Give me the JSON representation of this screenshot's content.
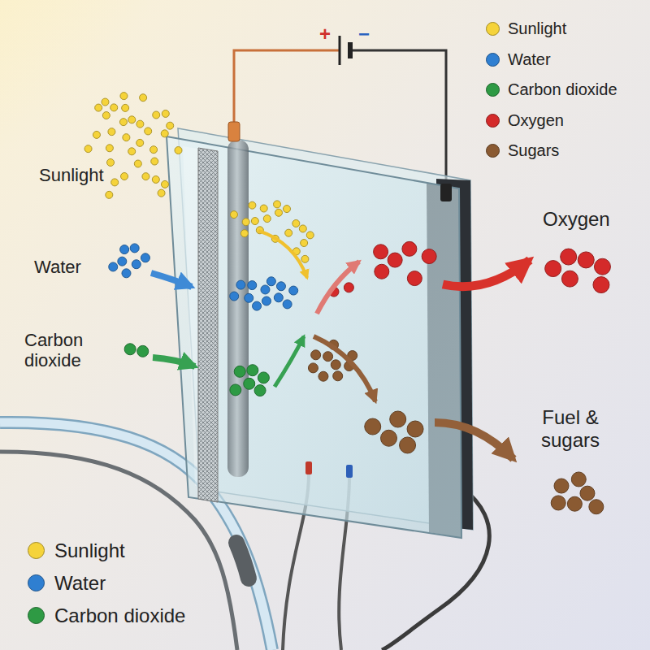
{
  "diagram": {
    "labels": [
      "Sunlight",
      "Water",
      "Carbon dioxide",
      "Oxygen",
      "Fuel & sugars",
      "+",
      "−"
    ],
    "legend": [
      {
        "text": "Sunlight",
        "color": "#f5d33a"
      },
      {
        "text": "Water",
        "color": "#2f7fd1"
      },
      {
        "text": "Carbon dioxide",
        "color": "#2e9a44"
      },
      {
        "text": "Oxygen",
        "color": "#d42a2a"
      },
      {
        "text": "Sugars",
        "color": "#8a5a32"
      },
      {
        "text": "Sunlight",
        "color": "#f5d33a"
      },
      {
        "text": "Water",
        "color": "#2f7fd1"
      },
      {
        "text": "Carbon dioxide",
        "color": "#2e9a44"
      }
    ]
  }
}
